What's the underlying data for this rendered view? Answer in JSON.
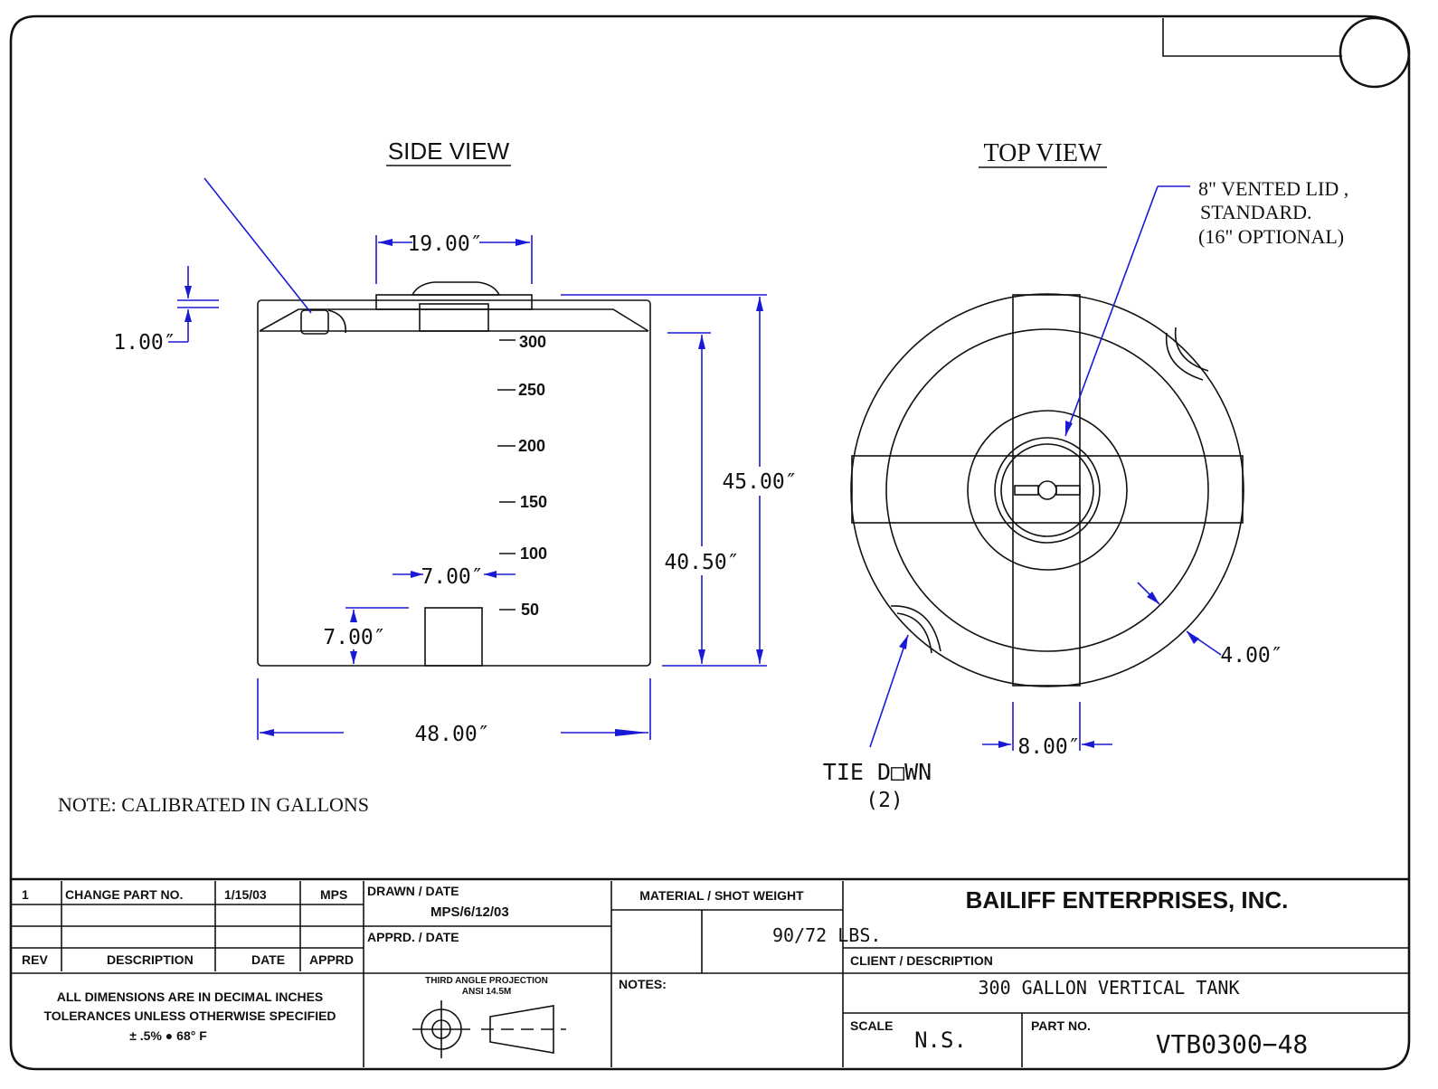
{
  "views": {
    "side_title": "SIDE VIEW",
    "top_title": "TOP VIEW"
  },
  "side_dims": {
    "lid_width": "19.00″",
    "wall": "1.00″",
    "height_total": "45.00″",
    "height_body": "40.50″",
    "fitting_width": "7.00″",
    "fitting_height": "7.00″",
    "diameter": "48.00″"
  },
  "gallon_marks": [
    "300",
    "250",
    "200",
    "150",
    "100",
    "50"
  ],
  "top_dims": {
    "lid_note_1": "8\" VENTED  LID ,",
    "lid_note_2": "STANDARD.",
    "lid_note_3": "(16\" OPTIONAL)",
    "rim": "4.00″",
    "rib": "8.00″",
    "tie_down": "TIE  D□WN",
    "tie_down_count": "(2)"
  },
  "note": "NOTE: CALIBRATED  IN GALLONS",
  "title_block": {
    "rev_row": {
      "rev": "1",
      "description": "CHANGE  PART  NO.",
      "date": "1/15/03",
      "apprd": "MPS"
    },
    "headers": {
      "rev": "REV",
      "description": "DESCRIPTION",
      "date": "DATE",
      "apprd": "APPRD"
    },
    "drawn_label": "DRAWN  /  DATE",
    "drawn_value": "MPS/6/12/03",
    "apprd_label": "APPRD.  /  DATE",
    "material_label": "MATERIAL  /  SHOT  WEIGHT",
    "weight": "90/72  LBS.",
    "company": "BAILIFF ENTERPRISES, INC.",
    "client_label": "CLIENT  /  DESCRIPTION",
    "description": "300  GALLON  VERTICAL  TANK",
    "dims_note_1": "ALL  DIMENSIONS  ARE  IN  DECIMAL  INCHES",
    "dims_note_2": "TOLERANCES  UNLESS  OTHERWISE  SPECIFIED",
    "dims_note_3": "±   .5% ●  68°  F",
    "projection_1": "THIRD ANGLE PROJECTION",
    "projection_2": "ANSI 14.5M",
    "notes_label": "NOTES:",
    "scale_label": "SCALE",
    "scale_value": "N.S.",
    "part_label": "PART  NO.",
    "part_value": "VTB0300−48"
  }
}
